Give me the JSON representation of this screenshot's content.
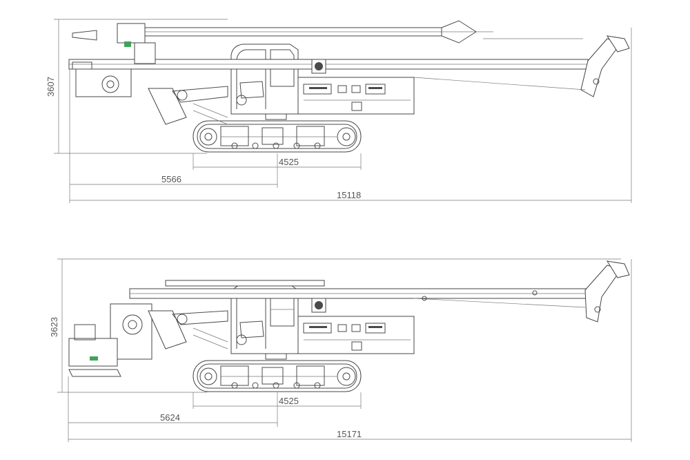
{
  "colors": {
    "line": "#4a4a4a",
    "dimension": "#7a7a7a",
    "accent": "#3fa35a"
  },
  "views": [
    {
      "height_label": "3607",
      "track_label": "4525",
      "rear_label": "5566",
      "overall_label": "15118"
    },
    {
      "height_label": "3623",
      "track_label": "4525",
      "rear_label": "5624",
      "overall_label": "15171"
    }
  ]
}
